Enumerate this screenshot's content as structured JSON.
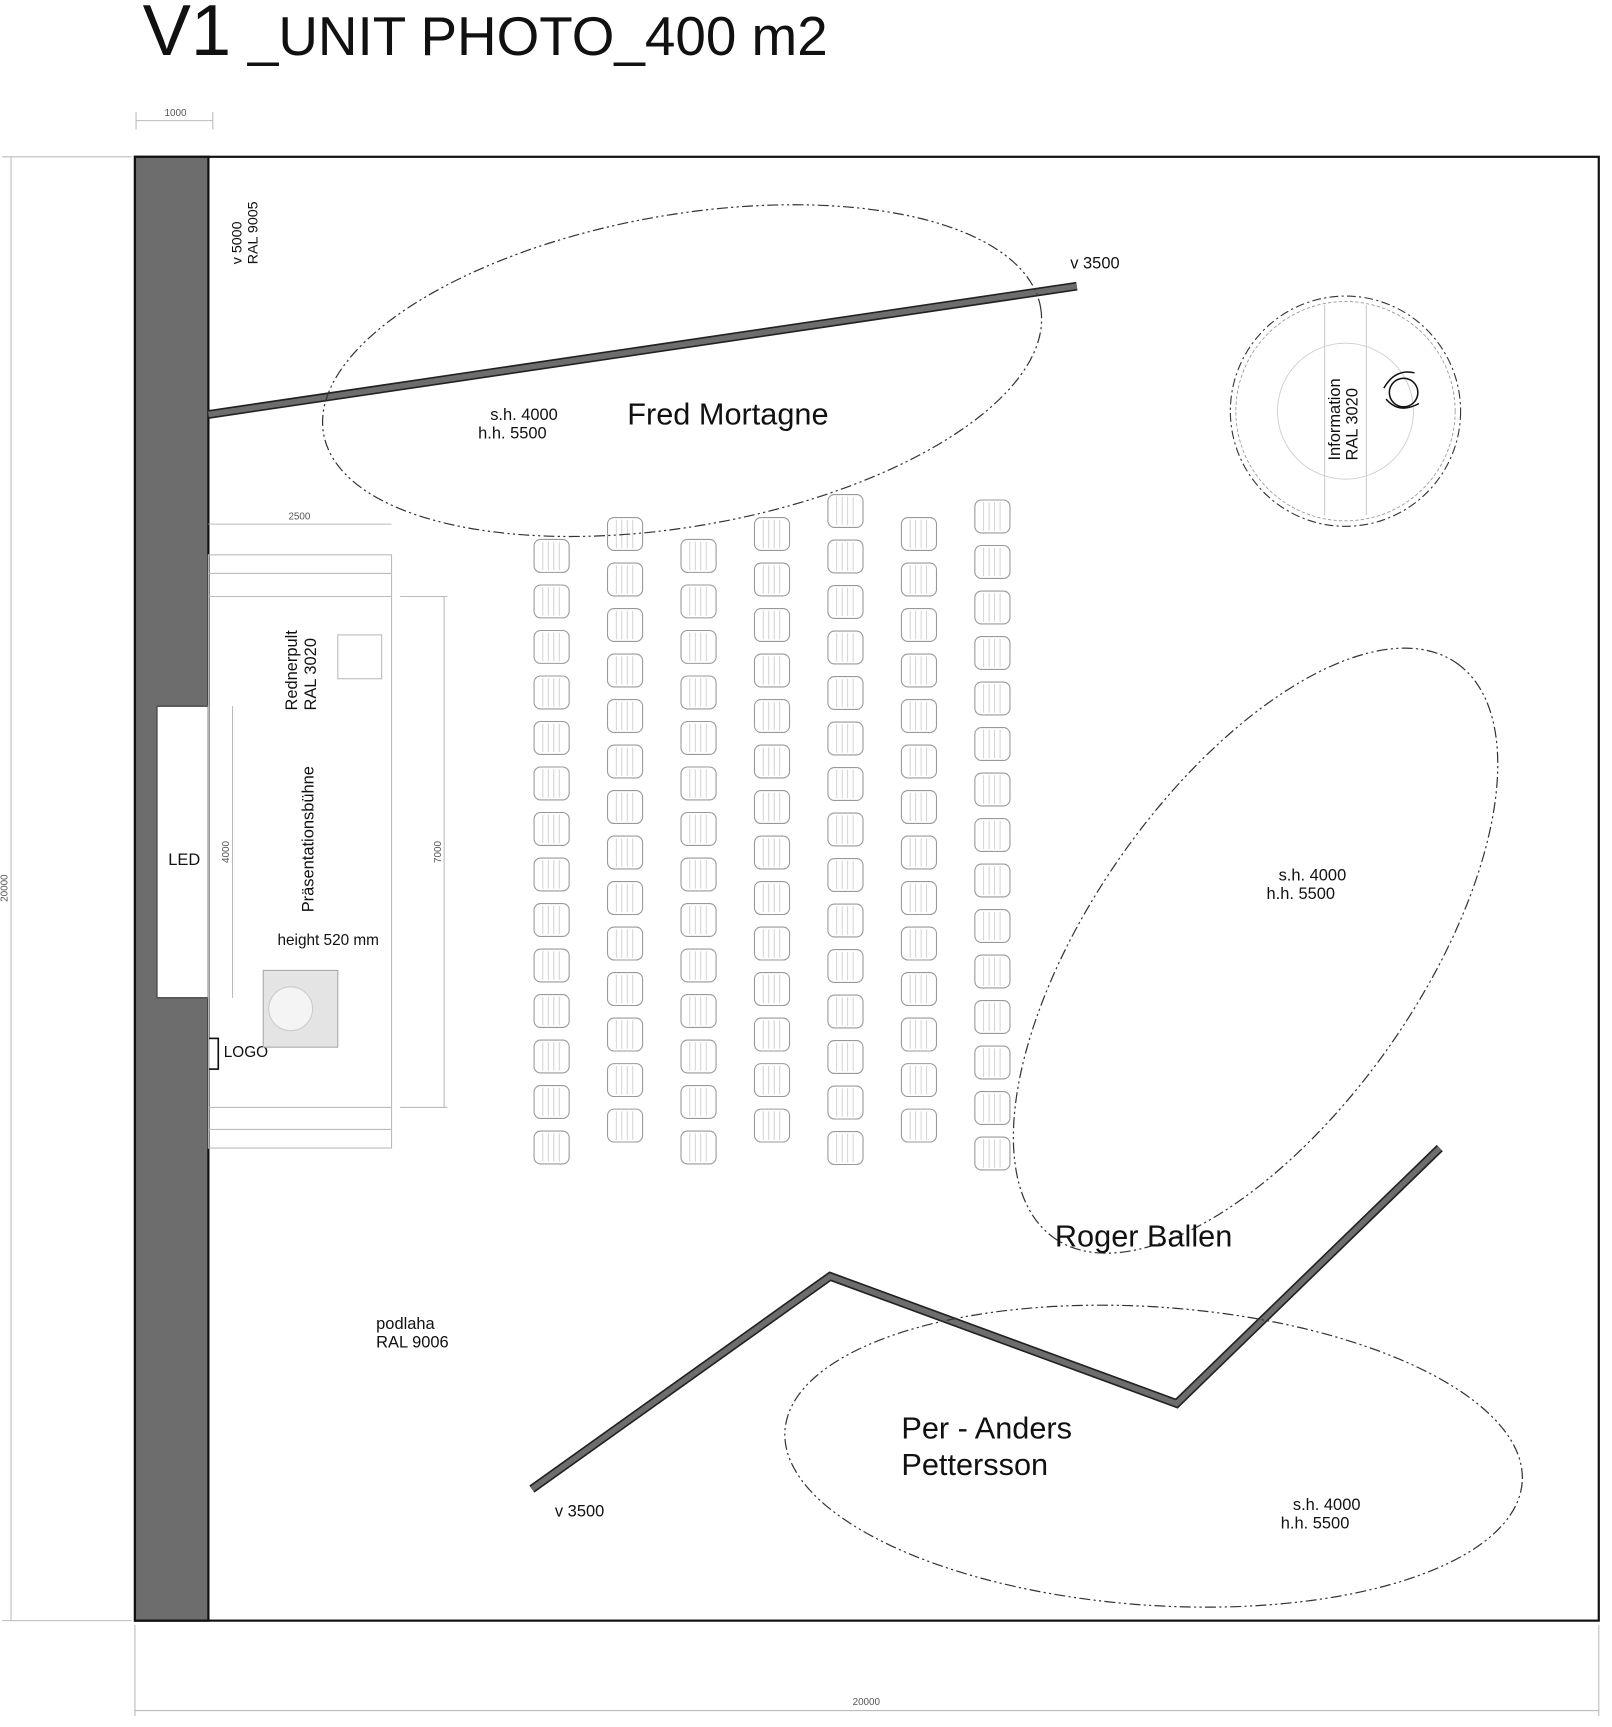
{
  "title": {
    "main": "V1",
    "rest": "_UNIT PHOTO_400 m2"
  },
  "dimensions": {
    "wall_thickness": "1000",
    "total_height": "20000",
    "total_width": "20000",
    "stage_depth": "2500",
    "stage_length": "7000",
    "led_length": "4000"
  },
  "labels": {
    "back_wall": [
      "v 5000",
      "RAL 9005"
    ],
    "wall_top_height": "v 3500",
    "wall_bottom_height": "v 3500",
    "information": [
      "Information",
      "RAL 3020"
    ],
    "lectern": [
      "Rednerpult",
      "RAL 3020"
    ],
    "stage": "Präsentationsbühne",
    "stage_height": "height 520 mm",
    "led": "LED",
    "logo": "LOGO",
    "floor": [
      "podlaha",
      "RAL 9006"
    ]
  },
  "exhibits": [
    {
      "name": "Fred Mortagne",
      "sh": "s.h. 4000",
      "hh": "h.h. 5500"
    },
    {
      "name": "Roger Ballen",
      "sh": "s.h. 4000",
      "hh": "h.h. 5500"
    },
    {
      "name": [
        "Per - Anders",
        "Pettersson"
      ],
      "sh": "s.h. 4000",
      "hh": "h.h. 5500"
    }
  ],
  "colors": {
    "wall": "#6d6d6d",
    "line": "#111111"
  }
}
